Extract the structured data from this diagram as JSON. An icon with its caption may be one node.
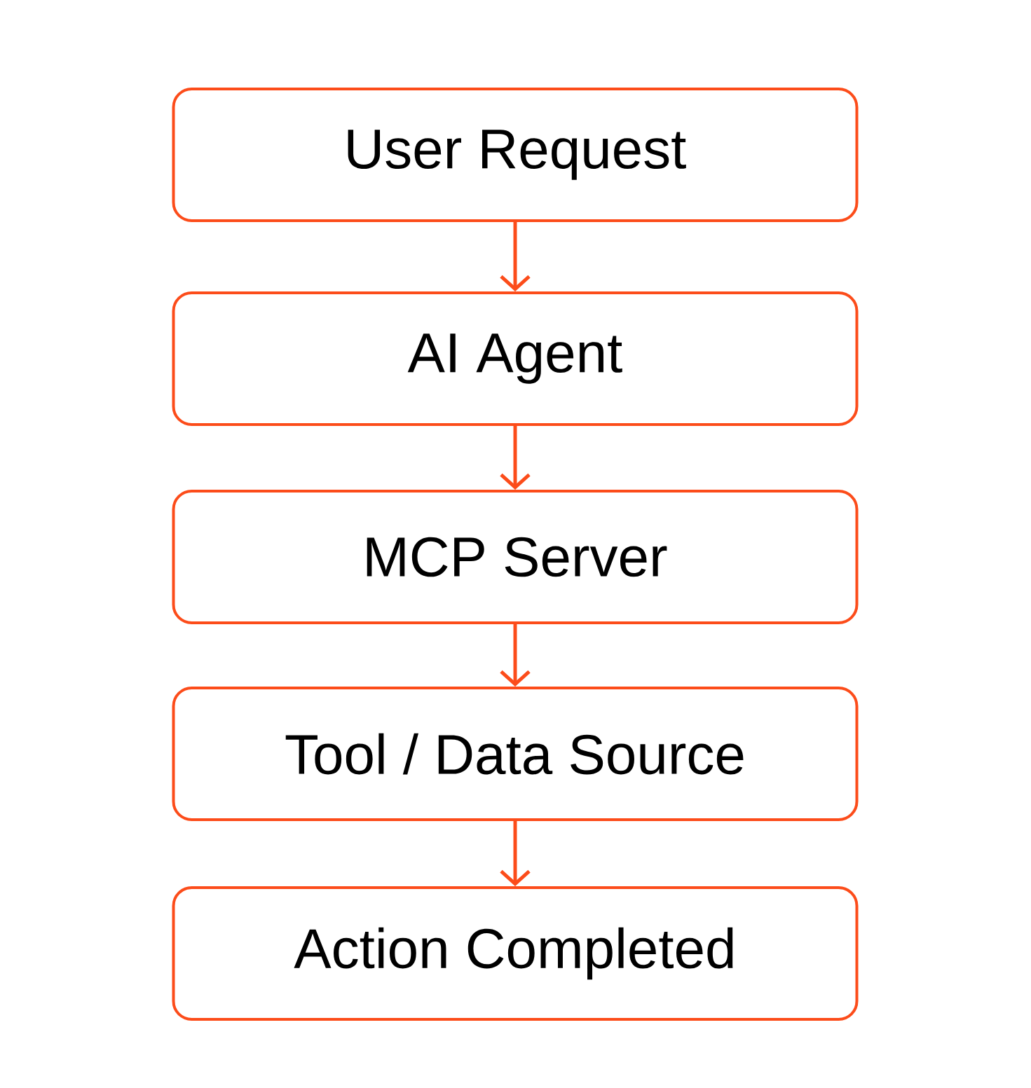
{
  "diagram": {
    "nodes": [
      {
        "text": [
          "User Request"
        ]
      },
      {
        "text": [
          "AI Agent"
        ]
      },
      {
        "text": [
          "MCP Server"
        ]
      },
      {
        "text": [
          "Tool / Data Source"
        ]
      },
      {
        "text": [
          "Action Completed"
        ]
      }
    ],
    "edges": [
      {
        "from": 0,
        "to": 1,
        "arrow": "to"
      },
      {
        "from": 1,
        "to": 2,
        "arrow": "to"
      },
      {
        "from": 2,
        "to": 3,
        "arrow": "to"
      },
      {
        "from": 3,
        "to": 4,
        "arrow": "to"
      }
    ]
  }
}
